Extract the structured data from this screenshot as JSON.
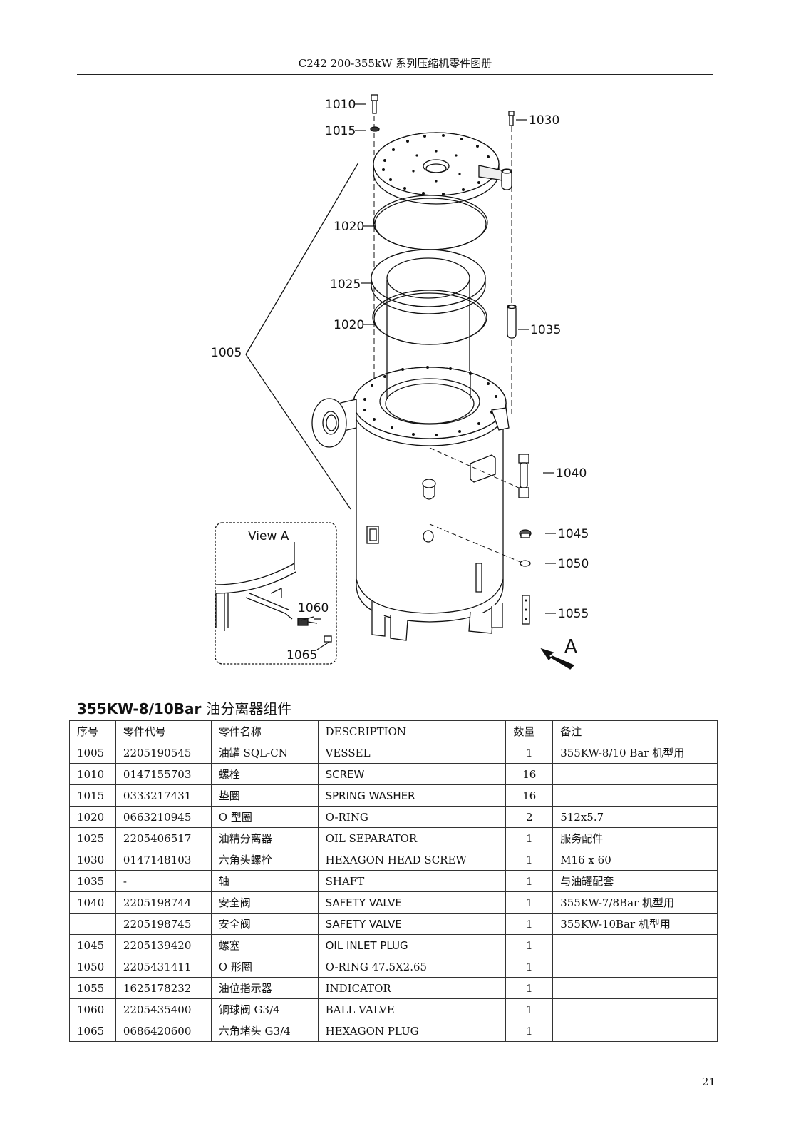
{
  "header": {
    "title": "C242 200-355kW 系列压缩机零件图册"
  },
  "drawing": {
    "callouts": {
      "c1010": "1010",
      "c1015": "1015",
      "c1030": "1030",
      "c1020a": "1020",
      "c1025": "1025",
      "c1020b": "1020",
      "c1035": "1035",
      "c1005": "1005",
      "c1040": "1040",
      "c1045": "1045",
      "c1050": "1050",
      "c1055": "1055",
      "c1060": "1060",
      "c1065": "1065"
    },
    "view_label": "View A",
    "arrow_label": "A"
  },
  "assembly": {
    "title_bold": "355KW-8/10Bar",
    "title_cn": "油分离器组件"
  },
  "table": {
    "headers": [
      "序号",
      "零件代号",
      "零件名称",
      "DESCRIPTION",
      "数量",
      "备注"
    ],
    "rows": [
      [
        "1005",
        "2205190545",
        "油罐 SQL-CN",
        "VESSEL",
        "1",
        "355KW-8/10 Bar 机型用"
      ],
      [
        "1010",
        "0147155703",
        "螺栓",
        "SCREW",
        "16",
        ""
      ],
      [
        "1015",
        "0333217431",
        "垫圈",
        "SPRING WASHER",
        "16",
        ""
      ],
      [
        "1020",
        "0663210945",
        "O 型圈",
        "O-RING",
        "2",
        "512x5.7"
      ],
      [
        "1025",
        "2205406517",
        "油精分离器",
        "OIL SEPARATOR",
        "1",
        "服务配件"
      ],
      [
        "1030",
        "0147148103",
        "六角头螺栓",
        "HEXAGON HEAD SCREW",
        "1",
        "M16 x 60"
      ],
      [
        "1035",
        "-",
        "轴",
        "SHAFT",
        "1",
        "与油罐配套"
      ],
      [
        "1040",
        "2205198744",
        "安全阀",
        "SAFETY VALVE",
        "1",
        "355KW-7/8Bar 机型用"
      ],
      [
        "",
        "2205198745",
        "安全阀",
        "SAFETY VALVE",
        "1",
        "355KW-10Bar 机型用"
      ],
      [
        "1045",
        "2205139420",
        "螺塞",
        "OIL INLET PLUG",
        "1",
        ""
      ],
      [
        "1050",
        "2205431411",
        "O 形圈",
        "O-RING 47.5X2.65",
        "1",
        ""
      ],
      [
        "1055",
        "1625178232",
        "油位指示器",
        "INDICATOR",
        "1",
        ""
      ],
      [
        "1060",
        "2205435400",
        "铜球阀 G3/4",
        "BALL VALVE",
        "1",
        ""
      ],
      [
        "1065",
        "0686420600",
        "六角堵头 G3/4",
        "HEXAGON PLUG",
        "1",
        ""
      ]
    ]
  },
  "footer": {
    "page_number": "21"
  }
}
